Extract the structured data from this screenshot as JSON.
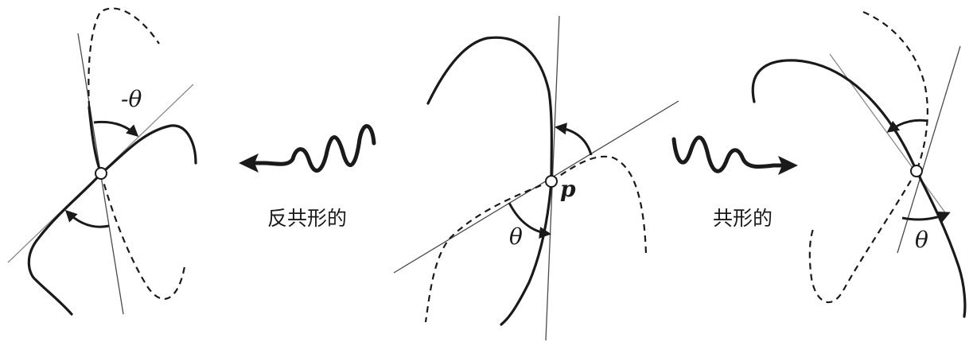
{
  "labels": {
    "left_angle": "-θ",
    "center_angle": "θ",
    "right_angle": "θ",
    "point_name": "p",
    "left_arrow_caption": "反共形的",
    "right_arrow_caption": "共形的"
  }
}
